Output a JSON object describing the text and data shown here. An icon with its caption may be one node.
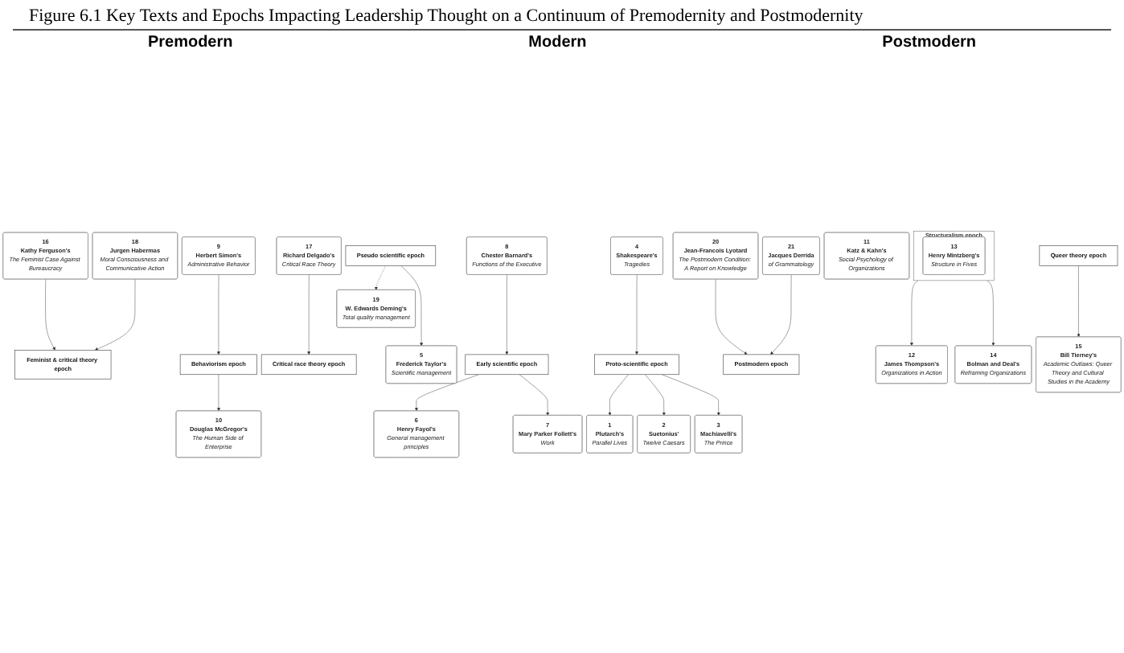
{
  "diagram": {
    "title": "Figure 6.1 Key Texts and Epochs Impacting Leadership Thought on a Continuum of Premodernity and Postmodernity",
    "nodes": [
      {
        "text": [
          "Pseudo scientific epoch"
        ]
      },
      {
        "text": [
          "19",
          "W. Edwards Deming's",
          "Total quality management"
        ]
      },
      {
        "text": [
          "16",
          "Kathy Ferguson's",
          "The Feminist Case Against Bureaucracy"
        ]
      },
      {
        "text": [
          "9",
          "Herbert Simon's",
          "Administrative Behavior"
        ]
      },
      {
        "text": [
          "17",
          "Richard Delgado's",
          "Critical Race Theory"
        ]
      },
      {
        "text": [
          "20",
          "Jean-Francois Lyotard",
          "The Postmodern Condition: A Report on Knowledge"
        ]
      },
      {
        "text": [
          "Feminist & critical theory epoch"
        ]
      },
      {
        "text": [
          "8",
          "Chester Barnard's",
          "Functions of the Executive"
        ]
      },
      {
        "text": [
          "Behaviorism epoch"
        ]
      },
      {
        "text": [
          "Critical race theory epoch"
        ]
      },
      {
        "text": [
          "4",
          "Shakespeare's",
          "Tragedies"
        ]
      },
      {
        "text": [
          "21",
          "Jacques Derrida",
          "of Grammatology"
        ]
      },
      {
        "text": [
          "11",
          "Katz & Kahn's",
          "Social Psychology of Organizations"
        ]
      },
      {
        "text": [
          "18",
          "Jurgen Habermas",
          "Moral Consciousness and Communicative Action"
        ]
      },
      {
        "text": [
          "Proto-scientific epoch"
        ]
      },
      {
        "text": [
          "Early scientific epoch"
        ]
      },
      {
        "text": [
          "Structuralism epoch"
        ]
      },
      {
        "text": [
          "13",
          "Henry Mintzberg's",
          "Structure in Fives"
        ],
        "in": 16
      },
      {
        "text": [
          "Queer theory epoch"
        ]
      },
      {
        "text": [
          "Postmodern epoch"
        ]
      },
      {
        "text": [
          "1",
          "Plutarch's",
          "Parallel Lives"
        ]
      },
      {
        "text": [
          "3",
          "Machiavelli's",
          "The Prince"
        ]
      },
      {
        "text": [
          "5",
          "Frederick Taylor's",
          "Scientific management"
        ]
      },
      {
        "text": [
          "6",
          "Henry Fayol's",
          "General management principles"
        ]
      },
      {
        "text": [
          "10",
          "Douglas McGregor's",
          "The Human Side of Enterprise"
        ]
      },
      {
        "text": [
          "12",
          "James Thompson's",
          "Organizations in Action"
        ]
      },
      {
        "text": [
          "14",
          "Bolman and Deal's",
          "Reframing Organizations"
        ]
      },
      {
        "text": [
          "15",
          "Bill Tierney's",
          "Academic Outlaws: Queer Theory and Cultural Studies in the Academy"
        ]
      },
      {
        "text": [
          "2",
          "Suetonius'",
          "Twelve Caesars"
        ]
      },
      {
        "text": [
          "7",
          "Mary Parker Follett's",
          "Work"
        ]
      }
    ],
    "edges": [
      {
        "from": 0,
        "to": 1,
        "arrow": "to",
        "style": "dashed"
      },
      {
        "from": 0,
        "to": 22,
        "arrow": "to"
      },
      {
        "from": 2,
        "to": 6,
        "arrow": "to"
      },
      {
        "from": 3,
        "to": 8,
        "arrow": "to"
      },
      {
        "from": 4,
        "to": 9,
        "arrow": "to"
      },
      {
        "from": 5,
        "to": 19,
        "arrow": "to"
      },
      {
        "from": 7,
        "to": 15,
        "arrow": "to"
      },
      {
        "from": 10,
        "to": 14,
        "arrow": "to"
      },
      {
        "from": 11,
        "to": 19,
        "arrow": "to"
      },
      {
        "from": 13,
        "to": 6,
        "arrow": "to"
      },
      {
        "from": 14,
        "to": 20,
        "arrow": "to"
      },
      {
        "from": 14,
        "to": 28,
        "arrow": "to"
      },
      {
        "from": 14,
        "to": 21,
        "arrow": "to"
      },
      {
        "from": 15,
        "to": 23,
        "arrow": "to"
      },
      {
        "from": 15,
        "to": 29,
        "arrow": "to"
      },
      {
        "from": 8,
        "to": 24,
        "arrow": "to"
      },
      {
        "from": 16,
        "to": 25,
        "arrow": "to"
      },
      {
        "from": 16,
        "to": 26,
        "arrow": "to"
      },
      {
        "from": 18,
        "to": 27,
        "arrow": "to"
      }
    ],
    "labels": [
      "Premodern",
      "Modern",
      "Postmodern"
    ]
  }
}
